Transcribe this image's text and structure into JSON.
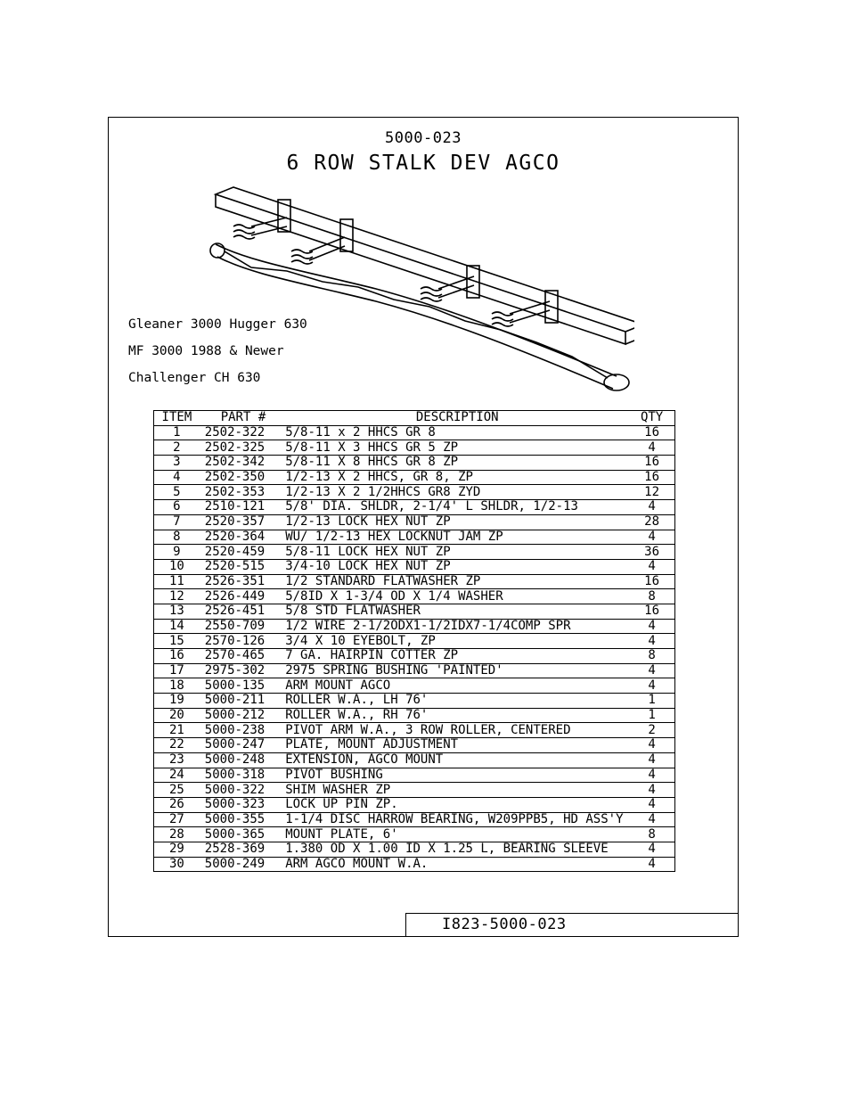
{
  "header": {
    "part_number": "5000-023",
    "title": "6 ROW STALK DEV AGCO"
  },
  "applications": [
    "Gleaner 3000 Hugger 630",
    "MF 3000  1988 & Newer",
    "Challenger CH 630"
  ],
  "bom": {
    "columns": [
      "ITEM",
      "PART #",
      "DESCRIPTION",
      "QTY"
    ],
    "rows": [
      {
        "item": "1",
        "part": "2502-322",
        "desc": "5/8-11 x 2 HHCS GR 8",
        "qty": "16"
      },
      {
        "item": "2",
        "part": "2502-325",
        "desc": "5/8-11 X 3 HHCS GR 5 ZP",
        "qty": "4"
      },
      {
        "item": "3",
        "part": "2502-342",
        "desc": "5/8-11 X 8 HHCS GR 8 ZP",
        "qty": "16"
      },
      {
        "item": "4",
        "part": "2502-350",
        "desc": "1/2-13 X 2 HHCS, GR 8, ZP",
        "qty": "16"
      },
      {
        "item": "5",
        "part": "2502-353",
        "desc": "1/2-13 X 2 1/2HHCS GR8 ZYD",
        "qty": "12"
      },
      {
        "item": "6",
        "part": "2510-121",
        "desc": "5/8' DIA. SHLDR, 2-1/4' L SHLDR, 1/2-13",
        "qty": "4"
      },
      {
        "item": "7",
        "part": "2520-357",
        "desc": "1/2-13 LOCK HEX NUT ZP",
        "qty": "28"
      },
      {
        "item": "8",
        "part": "2520-364",
        "desc": "WU/ 1/2-13 HEX LOCKNUT JAM ZP",
        "qty": "4"
      },
      {
        "item": "9",
        "part": "2520-459",
        "desc": "5/8-11 LOCK HEX NUT ZP",
        "qty": "36"
      },
      {
        "item": "10",
        "part": "2520-515",
        "desc": "3/4-10 LOCK HEX NUT ZP",
        "qty": "4"
      },
      {
        "item": "11",
        "part": "2526-351",
        "desc": "1/2 STANDARD FLATWASHER ZP",
        "qty": "16"
      },
      {
        "item": "12",
        "part": "2526-449",
        "desc": "5/8ID X 1-3/4 OD X 1/4 WASHER",
        "qty": "8"
      },
      {
        "item": "13",
        "part": "2526-451",
        "desc": "5/8 STD FLATWASHER",
        "qty": "16"
      },
      {
        "item": "14",
        "part": "2550-709",
        "desc": "1/2 WIRE 2-1/2ODX1-1/2IDX7-1/4COMP SPR",
        "qty": "4"
      },
      {
        "item": "15",
        "part": "2570-126",
        "desc": "3/4 X 10 EYEBOLT, ZP",
        "qty": "4"
      },
      {
        "item": "16",
        "part": "2570-465",
        "desc": "7 GA. HAIRPIN COTTER ZP",
        "qty": "8"
      },
      {
        "item": "17",
        "part": "2975-302",
        "desc": "2975 SPRING BUSHING 'PAINTED'",
        "qty": "4"
      },
      {
        "item": "18",
        "part": "5000-135",
        "desc": "ARM MOUNT AGCO",
        "qty": "4"
      },
      {
        "item": "19",
        "part": "5000-211",
        "desc": "ROLLER W.A., LH 76'",
        "qty": "1"
      },
      {
        "item": "20",
        "part": "5000-212",
        "desc": "ROLLER W.A., RH 76'",
        "qty": "1"
      },
      {
        "item": "21",
        "part": "5000-238",
        "desc": "PIVOT ARM W.A., 3 ROW ROLLER, CENTERED",
        "qty": "2"
      },
      {
        "item": "22",
        "part": "5000-247",
        "desc": "PLATE, MOUNT ADJUSTMENT",
        "qty": "4"
      },
      {
        "item": "23",
        "part": "5000-248",
        "desc": "EXTENSION, AGCO MOUNT",
        "qty": "4"
      },
      {
        "item": "24",
        "part": "5000-318",
        "desc": "PIVOT BUSHING",
        "qty": "4"
      },
      {
        "item": "25",
        "part": "5000-322",
        "desc": "SHIM WASHER ZP",
        "qty": "4"
      },
      {
        "item": "26",
        "part": "5000-323",
        "desc": "LOCK UP PIN ZP.",
        "qty": "4"
      },
      {
        "item": "27",
        "part": "5000-355",
        "desc": "1-1/4 DISC HARROW BEARING, W209PPB5, HD ASS'Y",
        "qty": "4"
      },
      {
        "item": "28",
        "part": "5000-365",
        "desc": "MOUNT PLATE, 6'",
        "qty": "8"
      },
      {
        "item": "29",
        "part": "2528-369",
        "desc": "1.380 OD X 1.00 ID X 1.25 L, BEARING SLEEVE",
        "qty": "4"
      },
      {
        "item": "30",
        "part": "5000-249",
        "desc": "ARM AGCO MOUNT W.A.",
        "qty": "4"
      }
    ]
  },
  "footer": {
    "drawing_number": "I823-5000-023"
  }
}
